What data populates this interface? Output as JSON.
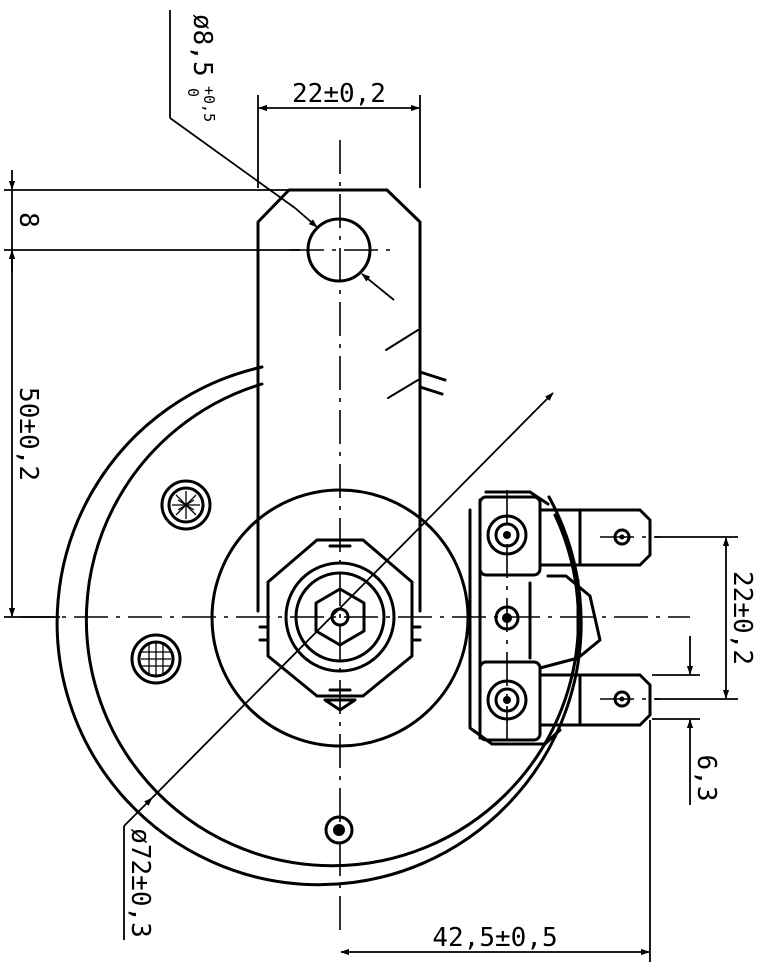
{
  "dimensions": {
    "hole_diameter": "ø8,5",
    "hole_tol_upper": "+0,5",
    "hole_tol_lower": "0",
    "bracket_width": "22±0,2",
    "hole_offset": "8",
    "hole_to_center": "50±0,2",
    "terminal_spacing": "22±0,2",
    "terminal_width": "6,3",
    "body_diameter": "ø72±0,3",
    "terminal_reach": "42,5±0,5"
  },
  "colors": {
    "line": "#000000",
    "background": "#ffffff"
  }
}
